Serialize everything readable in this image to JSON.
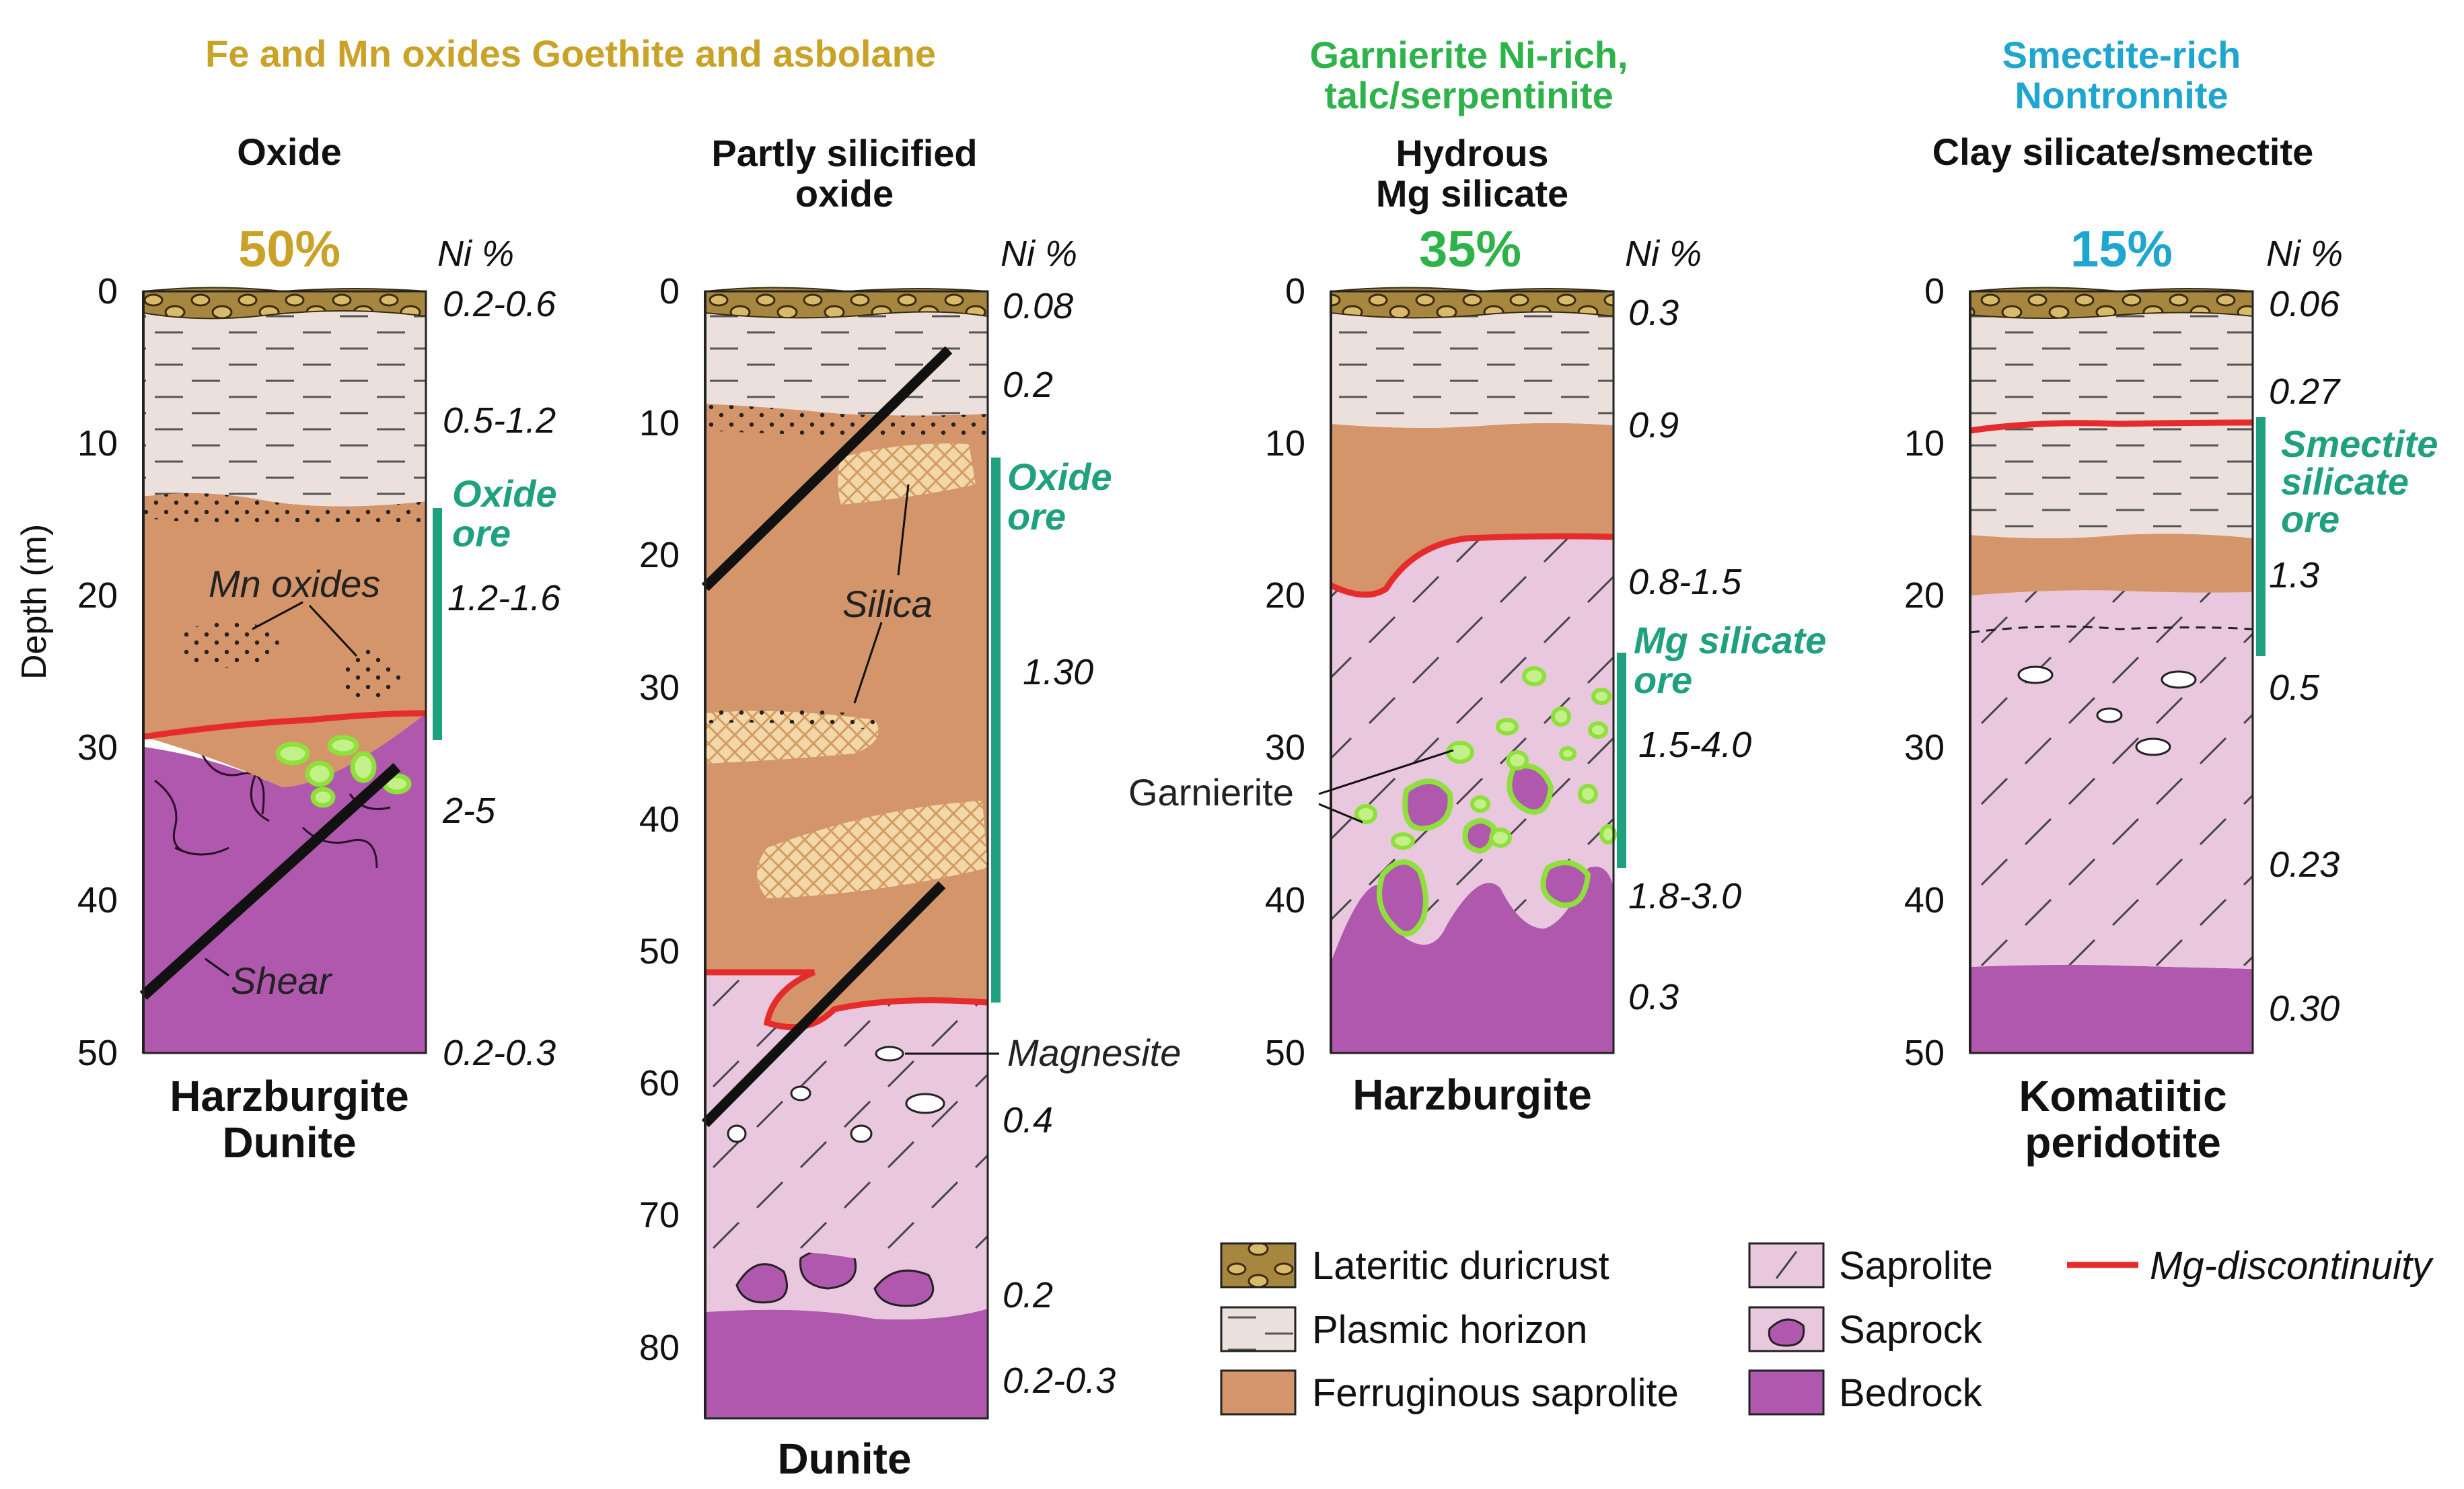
{
  "headers": {
    "oxide_family": "Fe and Mn oxides Goethite and asbolane",
    "garnierite": [
      "Garnierite Ni-rich,",
      "talc/serpentinite"
    ],
    "smectite": [
      "Smectite-rich",
      "Nontronnite"
    ]
  },
  "colors": {
    "oxide_header": "#c9a227",
    "garnierite_header": "#2db34a",
    "smectite_header": "#1fa6cf",
    "ore_bar": "#1fa07f",
    "duricrust": "#a7873f",
    "plasmic": "#ece0dc",
    "ferruginous": "#d4956a",
    "saprolite": "#e9c7de",
    "bedrock": "#b058ad",
    "mg_discontinuity": "#e52b2b",
    "garnierite": "#8ee03a"
  },
  "y_axis_label": "Depth (m)",
  "columns": [
    {
      "title": [
        "Oxide"
      ],
      "percent": "50%",
      "percent_color": "#c9a227",
      "ni_header": "Ni %",
      "depth_ticks": [
        "0",
        "10",
        "20",
        "30",
        "40",
        "50"
      ],
      "ni_values": [
        "0.2-0.6",
        "0.5-1.2",
        "1.2-1.6",
        "2-5",
        "0.2-0.3"
      ],
      "ore_label": [
        "Oxide",
        "ore"
      ],
      "rock": [
        "Harzburgite",
        "Dunite"
      ],
      "annotations": {
        "mn": "Mn oxides",
        "shear": "Shear"
      }
    },
    {
      "title": [
        "Partly silicified",
        "oxide"
      ],
      "percent": "",
      "ni_header": "Ni %",
      "depth_ticks": [
        "0",
        "10",
        "20",
        "30",
        "40",
        "50",
        "60",
        "70",
        "80"
      ],
      "ni_values": [
        "0.08",
        "0.2",
        "1.30",
        "0.4",
        "0.2",
        "0.2-0.3"
      ],
      "ore_label": [
        "Oxide",
        "ore"
      ],
      "rock": [
        "Dunite"
      ],
      "annotations": {
        "silica": "Silica",
        "magnesite": "Magnesite"
      }
    },
    {
      "title": [
        "Hydrous",
        "Mg silicate"
      ],
      "percent": "35%",
      "percent_color": "#2db34a",
      "ni_header": "Ni %",
      "depth_ticks": [
        "0",
        "10",
        "20",
        "30",
        "40",
        "50"
      ],
      "ni_values": [
        "0.3",
        "0.9",
        "0.8-1.5",
        "1.5-4.0",
        "1.8-3.0",
        "0.3"
      ],
      "ore_label": [
        "Mg silicate",
        "ore"
      ],
      "rock": [
        "Harzburgite"
      ],
      "annotations": {
        "garnierite": "Garnierite"
      }
    },
    {
      "title": [
        "Clay silicate/smectite"
      ],
      "percent": "15%",
      "percent_color": "#1fa6cf",
      "ni_header": "Ni %",
      "depth_ticks": [
        "0",
        "10",
        "20",
        "30",
        "40",
        "50"
      ],
      "ni_values": [
        "0.06",
        "0.27",
        "1.3",
        "0.5",
        "0.23",
        "0.30"
      ],
      "ore_label": [
        "Smectite",
        "silicate",
        "ore"
      ],
      "rock": [
        "Komatiitic",
        "peridotite"
      ]
    }
  ],
  "legend": [
    {
      "label": "Lateritic duricrust",
      "swatch": "duricrust"
    },
    {
      "label": "Plasmic horizon",
      "swatch": "plasmic"
    },
    {
      "label": "Ferruginous saprolite",
      "swatch": "ferruginous"
    },
    {
      "label": "Saprolite",
      "swatch": "saprolite"
    },
    {
      "label": "Saprock",
      "swatch": "saprock"
    },
    {
      "label": "Bedrock",
      "swatch": "bedrock"
    },
    {
      "label": "Mg-discontinuity",
      "swatch": "mg-line"
    }
  ]
}
